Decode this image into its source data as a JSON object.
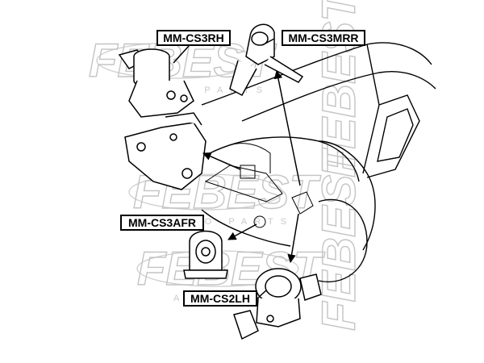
{
  "watermark": {
    "brand": "FEBEST",
    "sub": "AUTO PARTS"
  },
  "labels": {
    "rh": "MM-CS3RH",
    "mrr": "MM-CS3MRR",
    "afr": "MM-CS3AFR",
    "lh": "MM-CS2LH"
  },
  "colors": {
    "line": "#000000",
    "watermark": "#c4c4c4"
  }
}
